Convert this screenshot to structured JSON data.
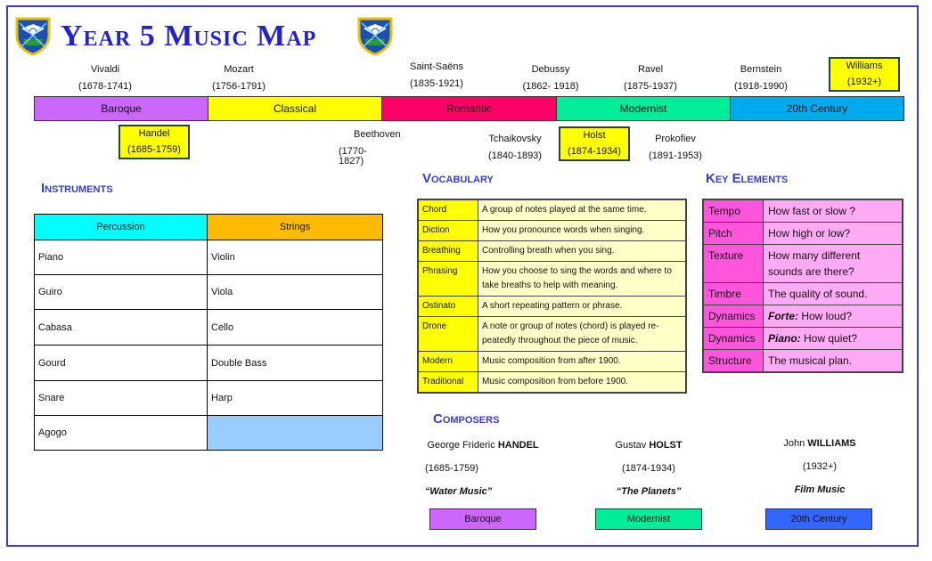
{
  "title": "Year 5 Music Map",
  "colors": {
    "baroque": "#cc66ff",
    "classical": "#ffff00",
    "romantic": "#ff0066",
    "modernist": "#00ee99",
    "twentieth": "#00aaee",
    "percussion_header": "#00ffff",
    "strings_header": "#ffbb00",
    "empty_cell": "#99ccff",
    "composer_20th": "#3366ff"
  },
  "timeline_top": [
    {
      "name": "Vivaldi",
      "dates": "(1678-1741)"
    },
    {
      "name": "Mozart",
      "dates": "(1756-1791)"
    },
    {
      "name": "Saint-Saëns",
      "dates": "(1835-1921)"
    },
    {
      "name": "Debussy",
      "dates": "(1862- 1918)"
    },
    {
      "name": "Ravel",
      "dates": "(1875-1937)"
    },
    {
      "name": "Bernstein",
      "dates": "(1918-1990)"
    },
    {
      "name": "Williams",
      "dates": "(1932+)"
    }
  ],
  "timeline_bottom": [
    {
      "name": "Handel",
      "dates": "(1685-1759)"
    },
    {
      "name": "Beethoven",
      "dates": "(1770-1827)"
    },
    {
      "name": "Tchaikovsky",
      "dates": "(1840-1893)"
    },
    {
      "name": "Holst",
      "dates": "(1874-1934)"
    },
    {
      "name": "Prokofiev",
      "dates": "(1891-1953)"
    }
  ],
  "eras": [
    "Baroque",
    "Classical",
    "Romantic",
    "Modernist",
    "20th Century"
  ],
  "instruments": {
    "heading": "Instruments",
    "headers": [
      "Percussion",
      "Strings"
    ],
    "rows": [
      [
        "Piano",
        "Violin"
      ],
      [
        "Guiro",
        "Viola"
      ],
      [
        "Cabasa",
        "Cello"
      ],
      [
        "Gourd",
        "Double Bass"
      ],
      [
        "Snare",
        "Harp"
      ],
      [
        "Agogo",
        ""
      ]
    ]
  },
  "vocabulary": {
    "heading": "Vocabulary",
    "rows": [
      {
        "term": "Chord",
        "def": "A group of notes played at the same time."
      },
      {
        "term": "Diction",
        "def": "How you pronounce words when singing."
      },
      {
        "term": "Breathing",
        "def": "Controlling breath when you sing."
      },
      {
        "term": "Phrasing",
        "def": "How you choose to sing the words and where to take breaths to help with meaning."
      },
      {
        "term": "Ostinato",
        "def": "A short repeating pattern or phrase."
      },
      {
        "term": "Drone",
        "def": "A note or group of notes (chord) is played re-peatedly throughout the piece of music."
      },
      {
        "term": "Modern",
        "def": "Music composition from after 1900."
      },
      {
        "term": "Traditional",
        "def": "Music composition from before 1900."
      }
    ]
  },
  "key_elements": {
    "heading": "Key Elements",
    "rows": [
      {
        "term": "Tempo",
        "em": "",
        "def": "How fast or slow ?"
      },
      {
        "term": "Pitch",
        "em": "",
        "def": "How high or low?"
      },
      {
        "term": "Texture",
        "em": "",
        "def": "How many different sounds are there?"
      },
      {
        "term": "Timbre",
        "em": "",
        "def": "The quality of sound."
      },
      {
        "term": "Dynamics",
        "em": "Forte:",
        "def": " How loud?"
      },
      {
        "term": "Dynamics",
        "em": "Piano:",
        "def": " How quiet?"
      },
      {
        "term": "Structure",
        "em": "",
        "def": "The musical plan."
      }
    ]
  },
  "composers": {
    "heading": "Composers",
    "items": [
      {
        "first": "George Frideric ",
        "last": "HANDEL",
        "dates": "(1685-1759)",
        "work": "“Water Music”",
        "era": "Baroque"
      },
      {
        "first": "Gustav ",
        "last": "HOLST",
        "dates": "(1874-1934)",
        "work": "“The Planets”",
        "era": "Modernist"
      },
      {
        "first": "John ",
        "last": "WILLIAMS",
        "dates": "(1932+)",
        "work": "Film Music",
        "era": "20th Century"
      }
    ]
  }
}
